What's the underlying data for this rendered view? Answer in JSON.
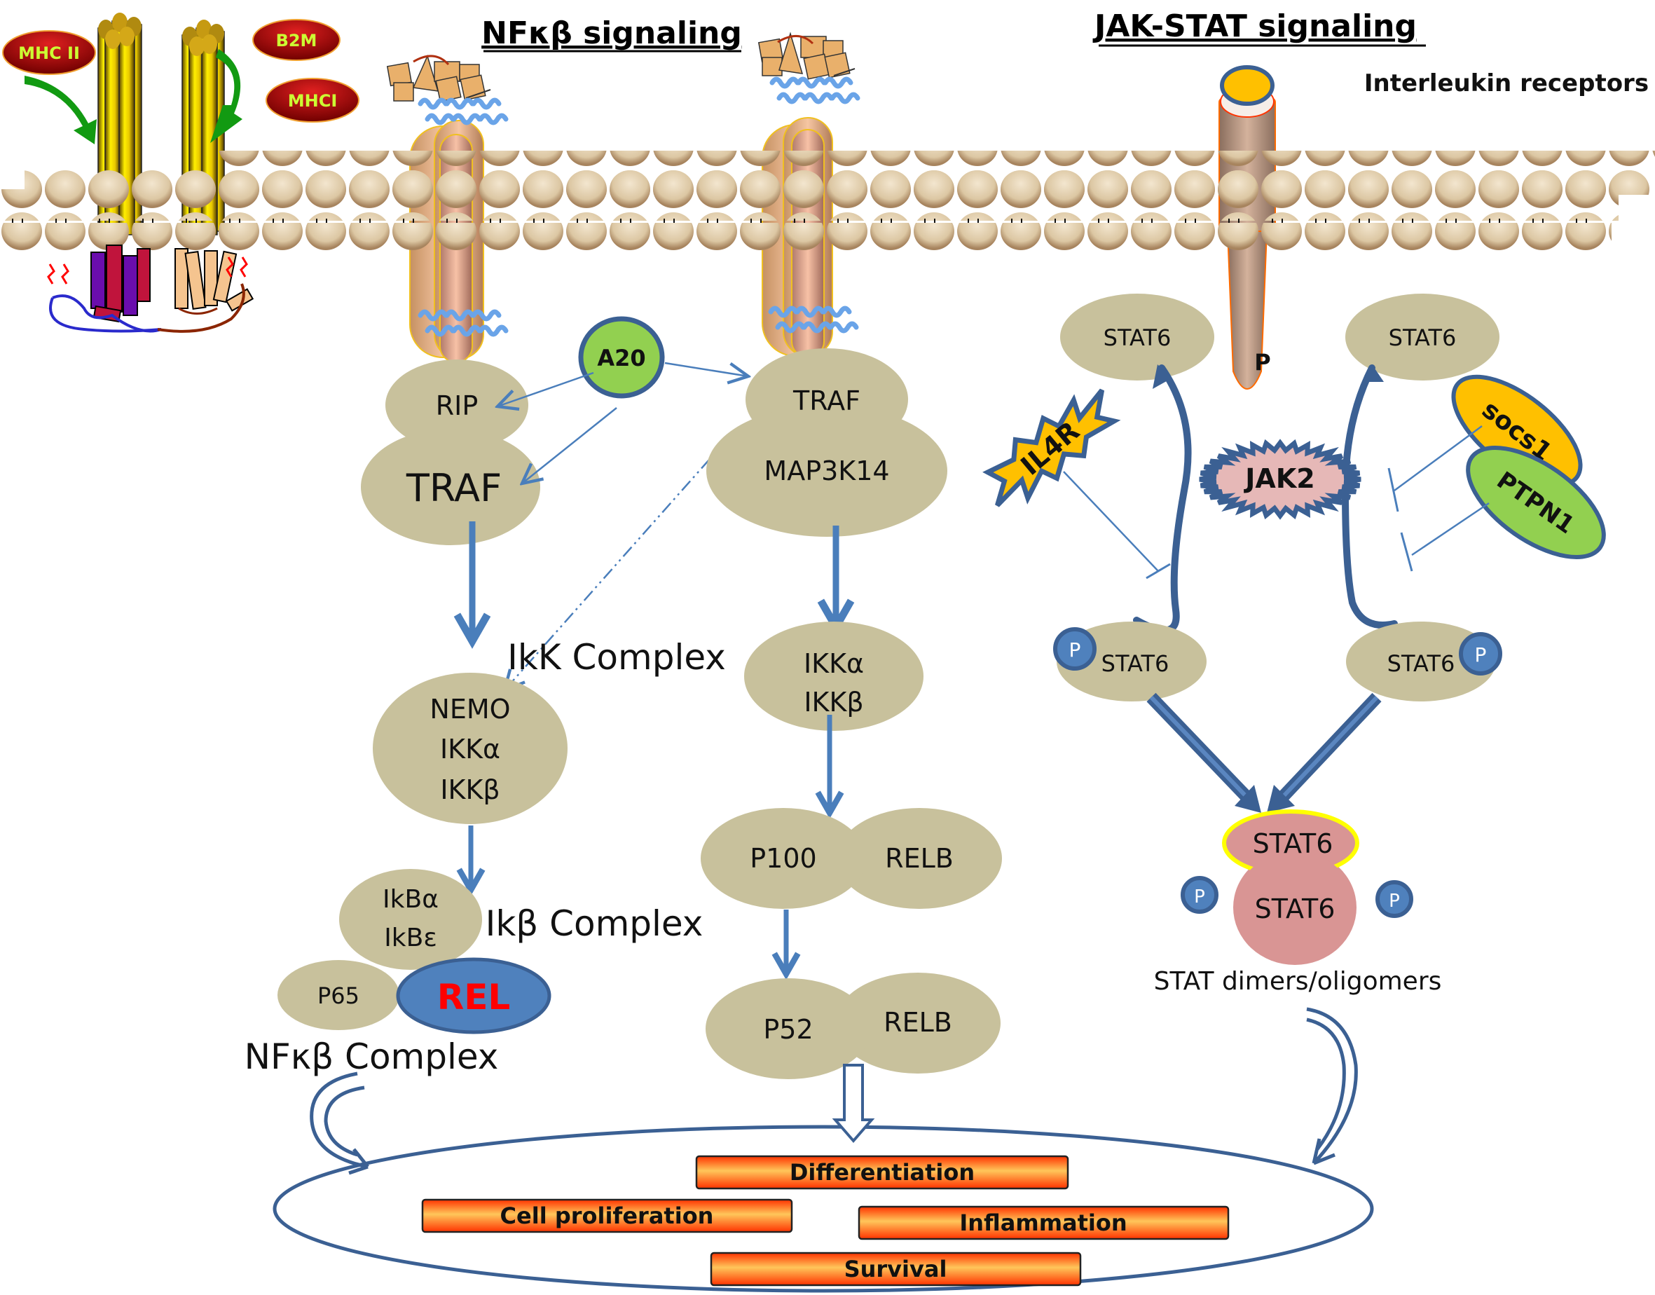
{
  "titles": {
    "nfkb": "NFκβ signaling",
    "jakstat": "JAK-STAT signaling",
    "interleukin": "Interleukin receptors"
  },
  "mhc": {
    "mhc2": "MHC II",
    "b2m": "B2M",
    "mhc1": "MHCI"
  },
  "canonical": {
    "a20": "A20",
    "rip": "RIP",
    "traf": "TRAF",
    "ikk_complex_label": "IkK Complex",
    "nemo": "NEMO",
    "ikka": "IKKα",
    "ikkb": "IKKβ",
    "ikba": "IkBα",
    "ikbe": "IkBε",
    "ikb_complex_label": "Ikβ Complex",
    "p65": "P65",
    "rel": "REL",
    "nfkb_complex_label": "NFκβ  Complex"
  },
  "noncanonical": {
    "traf": "TRAF",
    "map3k14": "MAP3K14",
    "ikka": "IKKα",
    "ikkb": "IKKβ",
    "p100": "P100",
    "relb1": "RELB",
    "p52": "P52",
    "relb2": "RELB"
  },
  "jakstat": {
    "receptor_p": "P",
    "stat6_top_left": "STAT6",
    "stat6_top_right": "STAT6",
    "il4r": "IL4R",
    "jak2": "JAK2",
    "socs1": "socs1",
    "ptpn1": "PTPN1",
    "stat6_p_left": "STAT6",
    "stat6_p_right": "STAT6",
    "phospho": "P",
    "dimer_top": "STAT6",
    "dimer_bottom": "STAT6",
    "dimer_label": "STAT dimers/oligomers"
  },
  "outcomes": {
    "differentiation": "Differentiation",
    "cell_proliferation": "Cell proliferation",
    "inflammation": "Inflammation",
    "survival": "Survival"
  },
  "colors": {
    "tan": "#c8c19c",
    "arrow_blue": "#4a7ebb",
    "dark_blue": "#3b6093",
    "a20_green": "#92d050",
    "jak2_pink": "#e6b8b7",
    "dimer_pink": "#d99594",
    "rel_blue": "#4f81bd",
    "rel_text": "#ff0000",
    "socs_yellow": "#ffc000",
    "mhc_red": "#c00000",
    "mhc_text": "#ccff33"
  }
}
